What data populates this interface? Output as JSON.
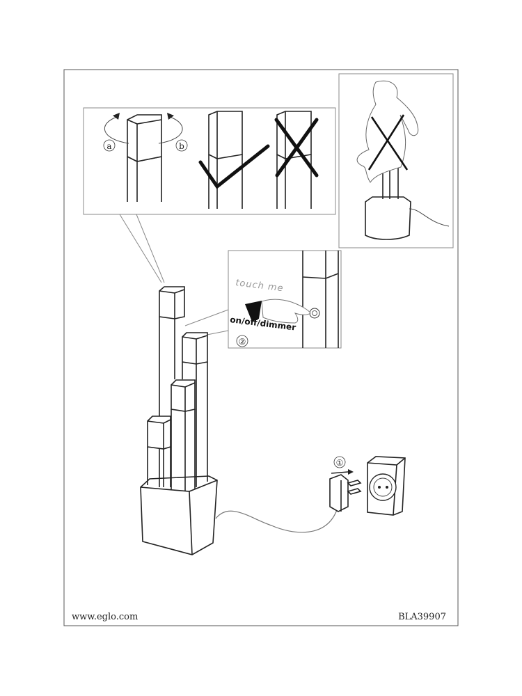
{
  "labels": {
    "a": "a",
    "b": "b",
    "step1": "①",
    "step2": "②",
    "touch_me": "touch me",
    "on_off_dimmer": "on/off/dimmer"
  },
  "footer": {
    "website": "www.eglo.com",
    "code": "BLA39907"
  }
}
